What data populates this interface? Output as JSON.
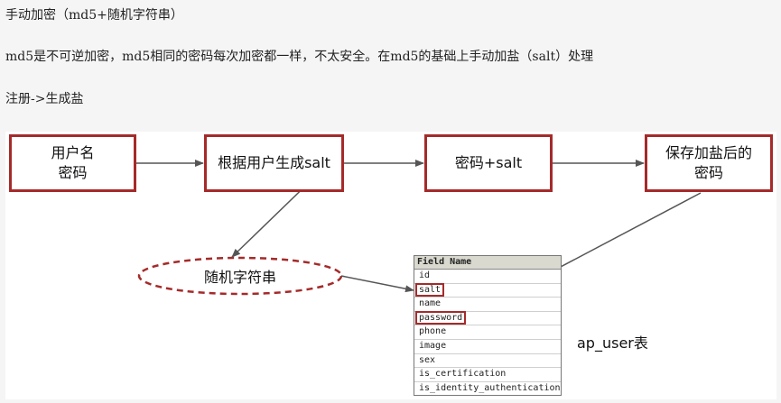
{
  "text": {
    "line1": "手动加密（md5+随机字符串）",
    "line2": "md5是不可逆加密，md5相同的密码每次加密都一样，不太安全。在md5的基础上手动加盐（salt）处理",
    "line3": "注册->生成盐"
  },
  "diagram": {
    "box1": "用户名\n密码",
    "box2": "根据用户生成salt",
    "box3": "密码+salt",
    "box4": "保存加盐后的\n密码",
    "ellipse": "随机字符串",
    "table_header": "Field Name",
    "fields": [
      "id",
      "salt",
      "name",
      "password",
      "phone",
      "image",
      "sex",
      "is_certification",
      "is_identity_authentication"
    ],
    "highlighted_fields": [
      "salt",
      "password"
    ],
    "table_label": "ap_user表",
    "colors": {
      "accent": "#a52a2a",
      "arrow": "#555555"
    }
  }
}
